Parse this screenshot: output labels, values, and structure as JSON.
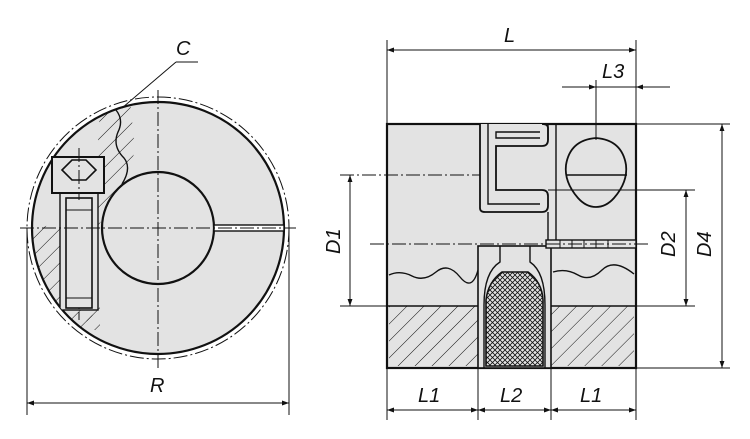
{
  "labels": {
    "C": "C",
    "R": "R",
    "L": "L",
    "L3": "L3",
    "D1": "D1",
    "D2": "D2",
    "D4": "D4",
    "L1_left": "L1",
    "L2": "L2",
    "L1_right": "L1"
  },
  "colors": {
    "body_fill": "#e3e3e3",
    "line": "#111111",
    "background": "#ffffff"
  }
}
